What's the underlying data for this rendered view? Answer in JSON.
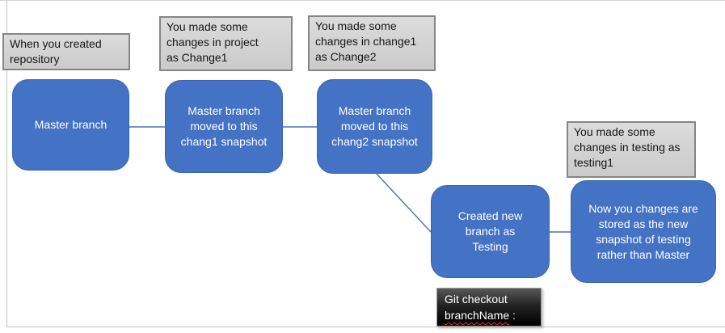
{
  "page": {
    "background": "#FFFFFF",
    "frame_color": "#C2C2C2"
  },
  "colors": {
    "node_fill": "#4472C4",
    "node_text": "#FFFFFF",
    "callout_fill": "#D2D2D2",
    "callout_border": "#868686",
    "callout_text": "#161616",
    "connector": "#4472C4",
    "terminal_fill": "#000000",
    "terminal_text": "#FFFFFF",
    "spellcheck_squiggle": "#D83A2E"
  },
  "callouts": [
    {
      "id": "repo",
      "lines": [
        "When you created",
        "repository"
      ]
    },
    {
      "id": "change1",
      "lines": [
        "You made some",
        "changes in project",
        "as Change1"
      ]
    },
    {
      "id": "change2",
      "lines": [
        "You made some",
        "changes in change1",
        "as Change2"
      ]
    },
    {
      "id": "testing1",
      "lines": [
        "You made some",
        "changes in testing as",
        "testing1"
      ]
    }
  ],
  "nodes": [
    {
      "id": "master",
      "lines": [
        "Master branch"
      ]
    },
    {
      "id": "master-chang1",
      "lines": [
        "Master branch",
        "moved to this",
        "chang1 snapshot"
      ]
    },
    {
      "id": "master-chang2",
      "lines": [
        "Master branch",
        "moved to this",
        "chang2 snapshot"
      ]
    },
    {
      "id": "testing-branch",
      "lines": [
        "Created new",
        "branch as",
        "Testing"
      ]
    },
    {
      "id": "testing-snapshot",
      "lines": [
        "Now you changes are",
        "stored as the new",
        "snapshot of testing",
        "rather than Master"
      ]
    }
  ],
  "terminal": {
    "line1": "Git checkout",
    "line2_word": "branchName",
    "line2_suffix": " :"
  }
}
